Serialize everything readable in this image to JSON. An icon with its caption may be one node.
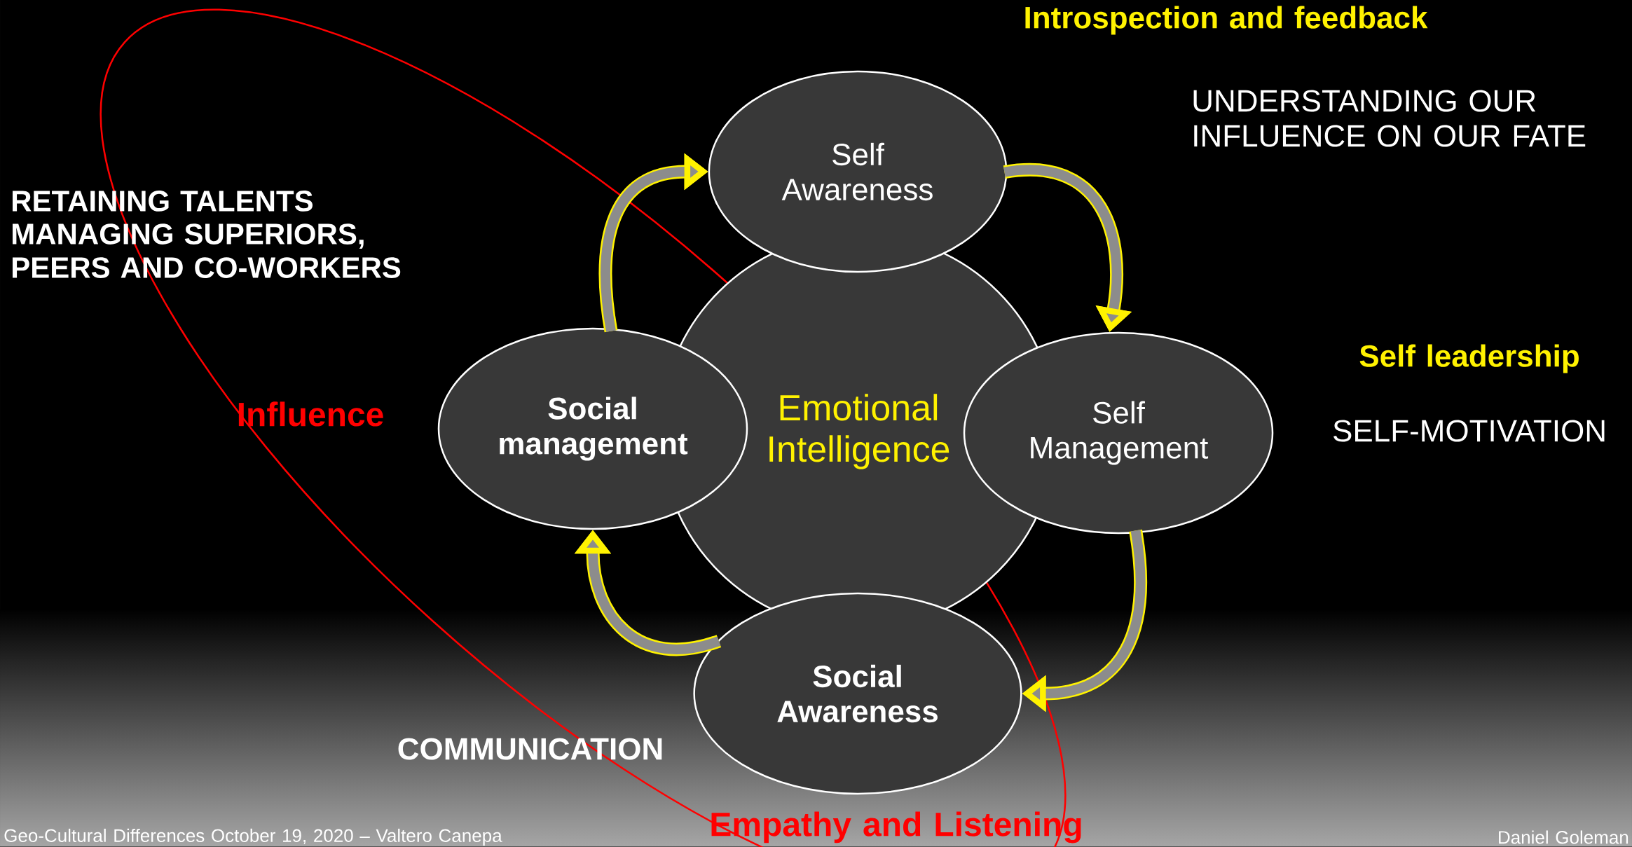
{
  "diagram": {
    "nodes": [
      {
        "text": [
          "Emotional Intelligence"
        ]
      },
      {
        "text": [
          "Self Awareness"
        ]
      },
      {
        "text": [
          "Self Management"
        ]
      },
      {
        "text": [
          "Social Awareness"
        ]
      },
      {
        "text": [
          "Social management"
        ]
      }
    ],
    "edges": [
      {
        "from": 4,
        "to": 1,
        "arrow": "to"
      },
      {
        "from": 1,
        "to": 2,
        "arrow": "to"
      },
      {
        "from": 2,
        "to": 3,
        "arrow": "to"
      },
      {
        "from": 3,
        "to": 4,
        "arrow": "to"
      }
    ],
    "labels": [
      "Introspection and feedback",
      "UNDERSTANDING OUR INFLUENCE ON OUR FATE",
      "RETAINING TALENTS",
      "MANAGING SUPERIORS, PEERS AND CO-WORKERS",
      "Self leadership",
      "SELF-MOTIVATION",
      "Influence",
      "COMMUNICATION",
      "Empathy and Listening",
      "Geo-Cultural Differences October 19, 2020 – Valtero Canepa",
      "Daniel Goleman"
    ]
  }
}
